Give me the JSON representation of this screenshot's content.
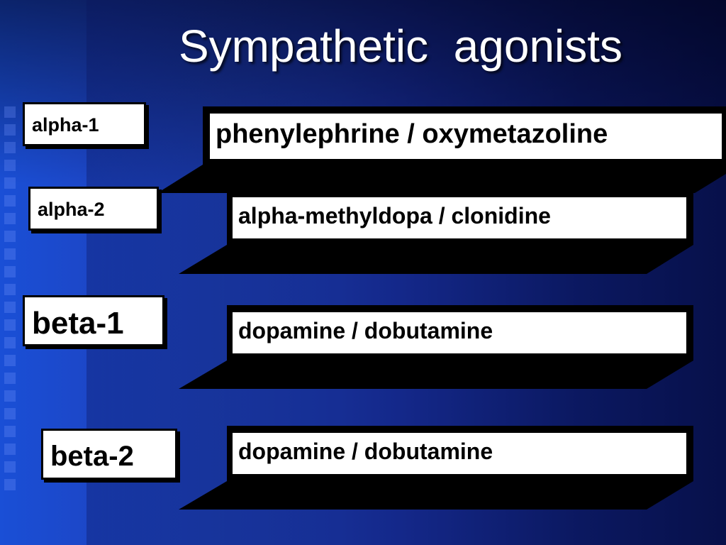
{
  "slide": {
    "title": "Sympathetic  agonists",
    "rows": [
      {
        "receptor": "alpha-1",
        "drugs": "phenylephrine / oxymetazoline"
      },
      {
        "receptor": "alpha-2",
        "drugs": "alpha-methyldopa / clonidine"
      },
      {
        "receptor": "beta-1",
        "drugs": "dopamine / dobutamine"
      },
      {
        "receptor": "beta-2",
        "drugs": "dopamine / dobutamine"
      }
    ]
  },
  "colors": {
    "background": "#1a3aa8",
    "box_fill": "#ffffff",
    "box_shadow": "#000000",
    "title_text": "#ffffff"
  }
}
